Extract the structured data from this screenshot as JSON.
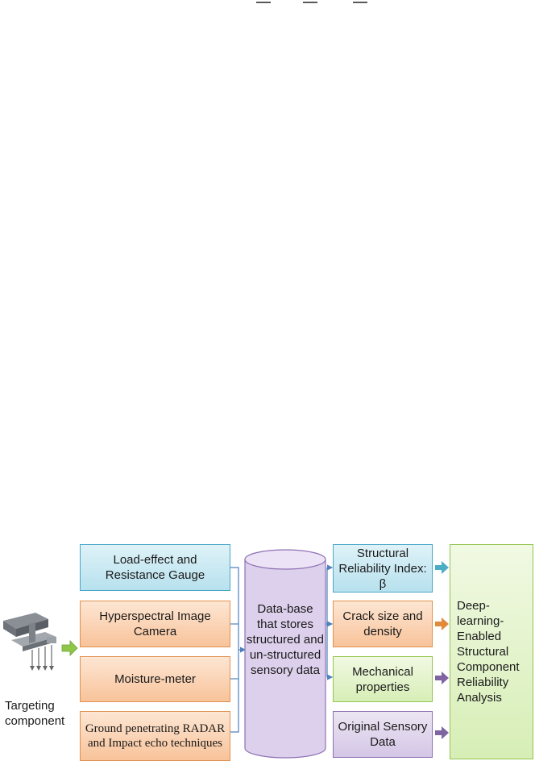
{
  "sources": {
    "load_gauge": "Load-effect and Resistance Gauge",
    "hyperspectral": "Hyperspectral Image Camera",
    "moisture": "Moisture-meter",
    "radar": "Ground penetrating RADAR and Impact echo techniques"
  },
  "component_label": "Targeting component",
  "database": "Data-base that stores structured and un-structured sensory data",
  "outputs": {
    "reliability_index": "Structural Reliability Index: β",
    "crack": "Crack size and density",
    "mechanical": "Mechanical properties",
    "original": "Original Sensory Data"
  },
  "analysis": "Deep-learning-Enabled Structural Component Reliability Analysis",
  "colors": {
    "blue": "#b7e1ee",
    "orange": "#f8c39a",
    "green": "#d7eeb6",
    "purple": "#d4c6e6"
  }
}
